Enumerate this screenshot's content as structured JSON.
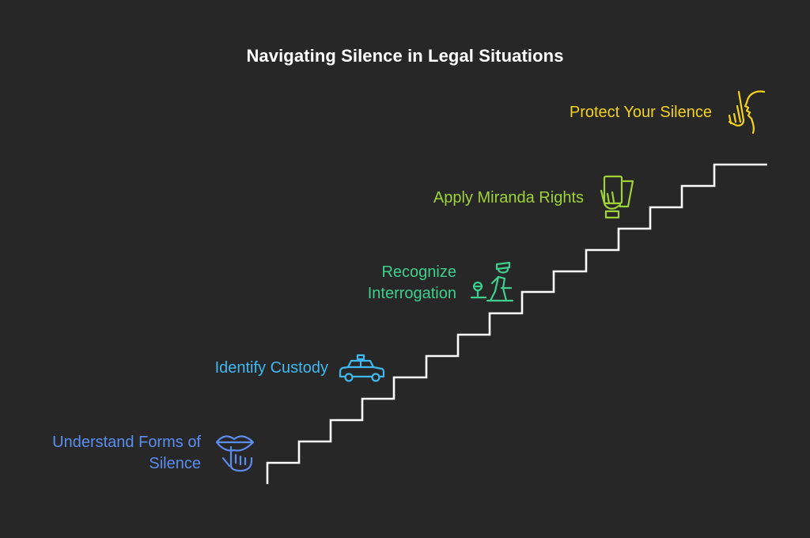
{
  "title": "Navigating Silence in Legal Situations",
  "steps": [
    {
      "label_lines": [
        "Understand Forms of",
        "Silence"
      ],
      "color": "#5b8def",
      "icon": "lips-shush-icon"
    },
    {
      "label_lines": [
        "Identify Custody"
      ],
      "color": "#3fb8f0",
      "icon": "police-car-icon"
    },
    {
      "label_lines": [
        "Recognize",
        "Interrogation"
      ],
      "color": "#3ecf8e",
      "icon": "interrogation-officer-icon"
    },
    {
      "label_lines": [
        "Apply Miranda Rights"
      ],
      "color": "#9ed336",
      "icon": "hand-card-icon"
    },
    {
      "label_lines": [
        "Protect Your Silence"
      ],
      "color": "#f2d21b",
      "icon": "finger-on-lips-icon"
    }
  ],
  "stairs_color": "#ffffff"
}
